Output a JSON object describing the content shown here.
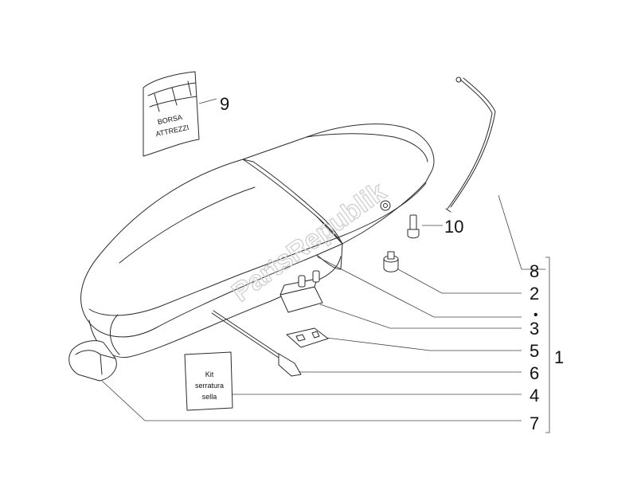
{
  "watermark": "PartsRepublik",
  "tool_bag": {
    "line1": "BORSA",
    "line2": "ATTREZZI"
  },
  "lock_kit": {
    "line1": "Kit",
    "line2": "serratura",
    "line3": "sella"
  },
  "callouts": {
    "c1": "1",
    "c2": "2",
    "c3": "3",
    "c4": "4",
    "c5": "5",
    "c6": "6",
    "c7": "7",
    "c8": "8",
    "c9": "9",
    "c10": "10",
    "bullet": "•"
  }
}
